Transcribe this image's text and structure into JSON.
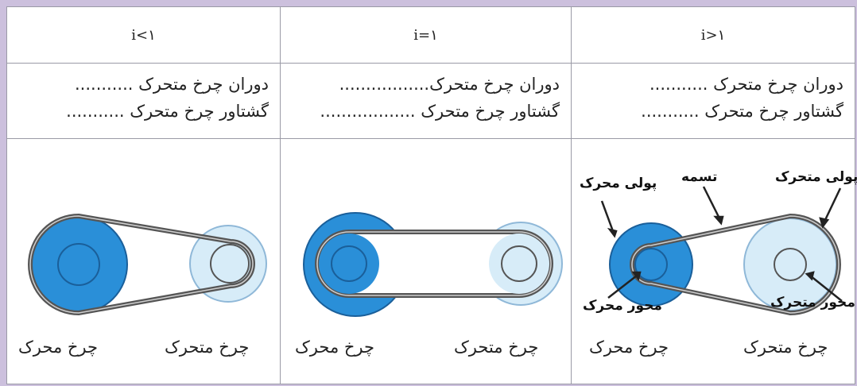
{
  "columns": [
    {
      "ratio": "i<۱",
      "rotation": "دوران چرخ متحرک ...........",
      "torque": "گشتاور چرخ متحرک ...........",
      "left_label": "چرخ محرک",
      "right_label": "چرخ متحرک"
    },
    {
      "ratio": "i=۱",
      "rotation": "دوران چرخ متحرک.................",
      "torque": "گشتاور چرخ متحرک ..................",
      "left_label": "چرخ محرک",
      "right_label": "چرخ متحرک"
    },
    {
      "ratio": "i>۱",
      "rotation": "دوران چرخ متحرک ...........",
      "torque": "گشتاور چرخ متحرک ...........",
      "left_label": "چرخ محرک",
      "right_label": "چرخ متحرک"
    }
  ],
  "callouts": {
    "driven_pulley": "پولی متحرک",
    "belt": "تسمه",
    "driver_pulley": "پولی محرک",
    "driver_axis": "محور محرک",
    "driven_axis": "محور متحرک"
  },
  "colors": {
    "dark_blue": "#2a8fd8",
    "light_blue": "#d7ecf8",
    "belt": "#555555",
    "panel_bg": "#ccc0dd"
  }
}
